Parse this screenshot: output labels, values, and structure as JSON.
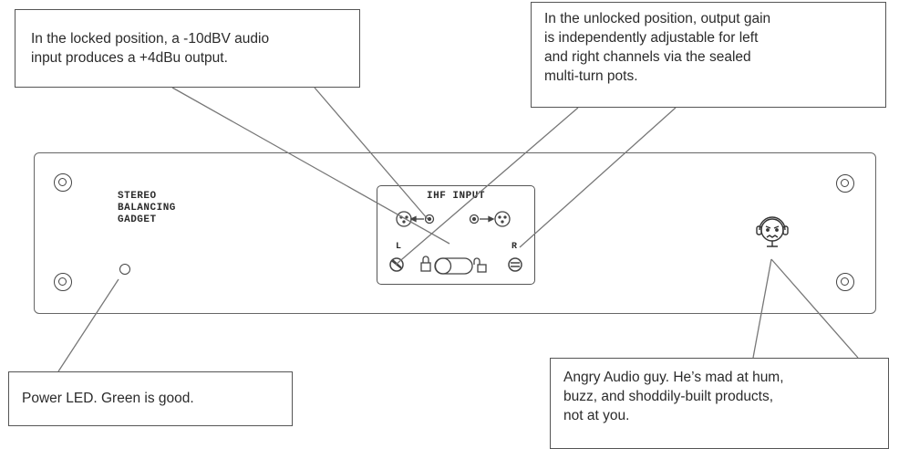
{
  "callouts": {
    "locked": "In the locked position, a -10dBV audio\ninput produces a +4dBu output.",
    "unlocked": "In the unlocked position, output gain\nis independently adjustable for left\nand right channels via the sealed\nmulti-turn pots.",
    "power": "Power LED. Green is good.",
    "angry": "Angry Audio guy. He’s mad at hum,\nbuzz, and shoddily-built products,\nnot at you."
  },
  "panel": {
    "label_lines": [
      "STEREO",
      "BALANCING",
      "GADGET"
    ],
    "ihf_title": "IHF INPUT",
    "left_channel": "L",
    "right_channel": "R"
  },
  "icons": [
    "screw-icon",
    "xlr-connector-icon",
    "rca-jack-icon",
    "arrow-right-icon",
    "pot-icon",
    "lock-icon",
    "unlock-icon",
    "toggle-switch-icon",
    "led-icon",
    "angry-audio-guy-icon"
  ],
  "colors": {
    "line": "#555555",
    "text": "#2b2b2b",
    "background": "#ffffff"
  }
}
